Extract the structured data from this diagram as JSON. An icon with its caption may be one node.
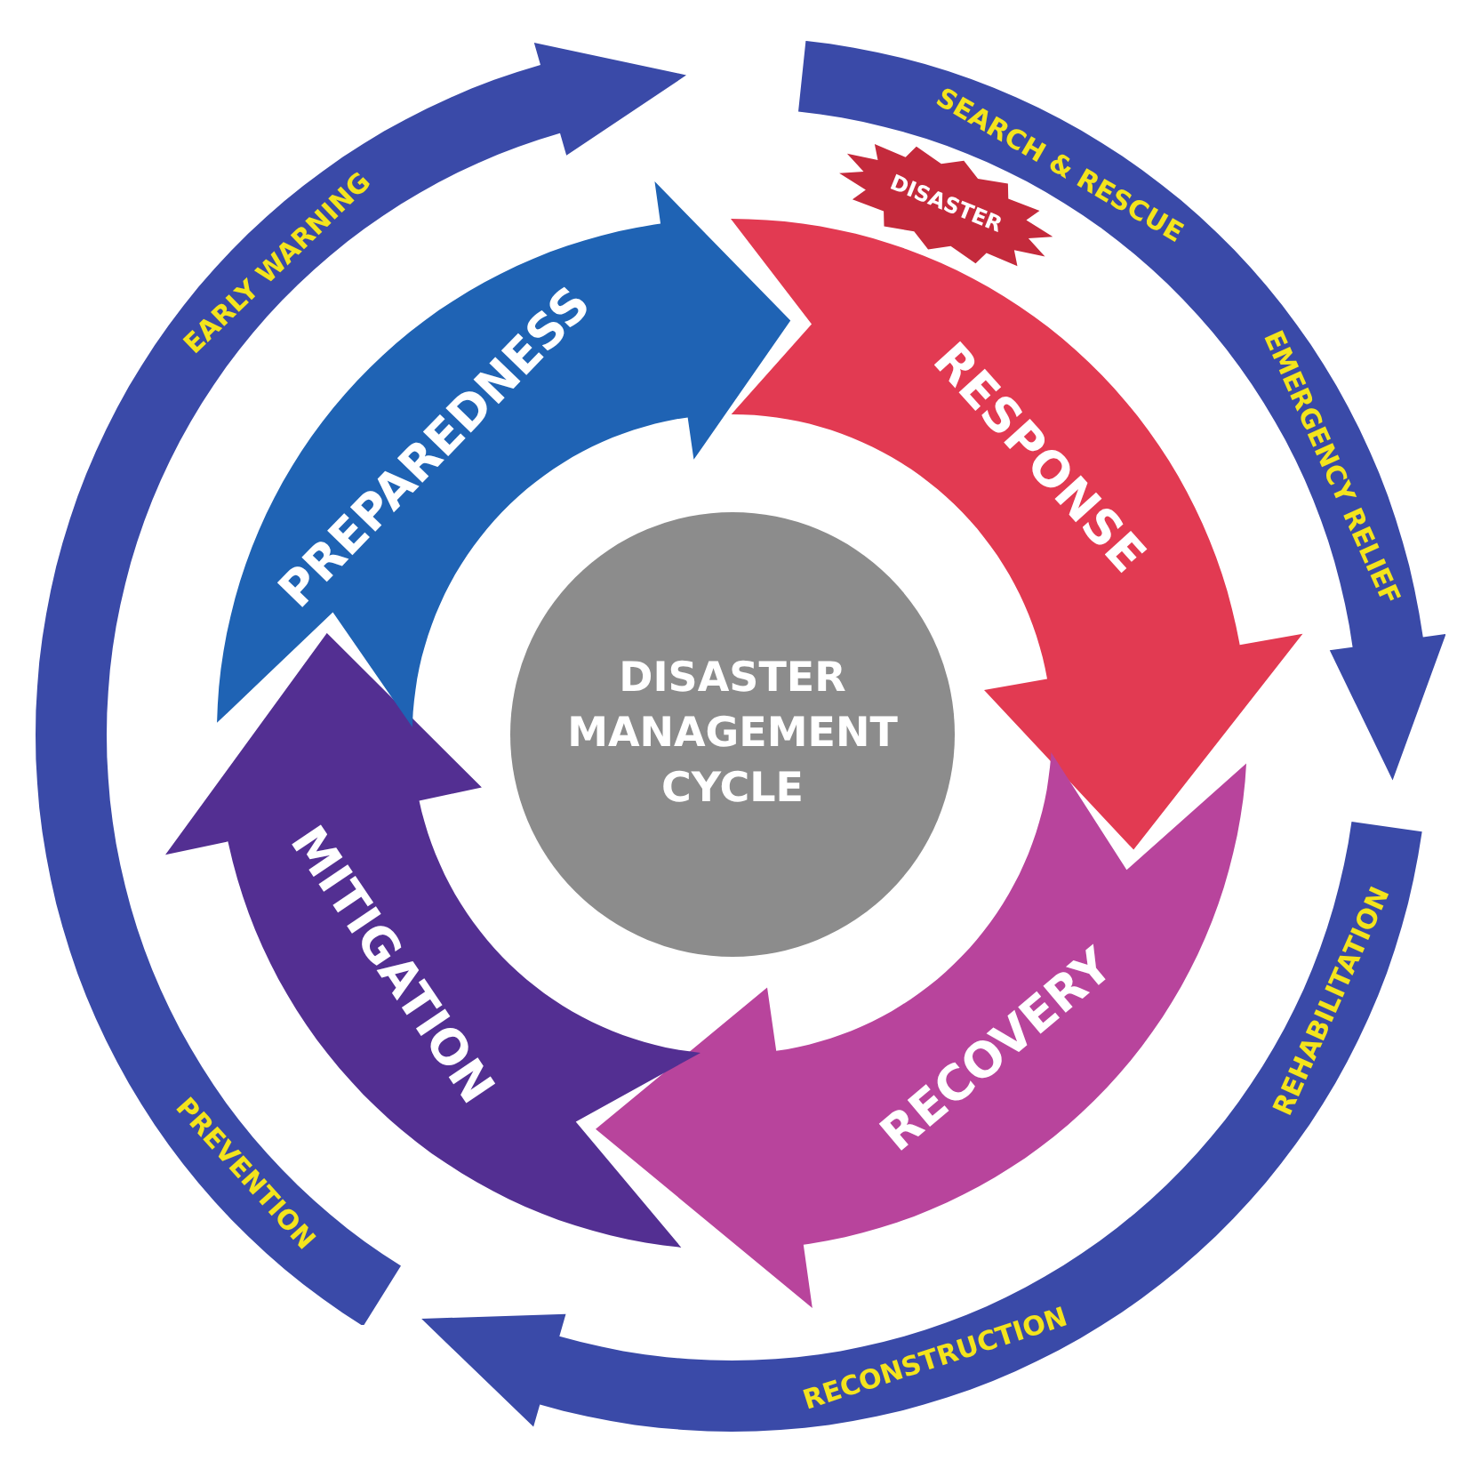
{
  "diagram": {
    "nodes": [
      {
        "text": [
          "DISASTER MANAGEMENT CYCLE"
        ]
      },
      {
        "text": [
          "PREPAREDNESS"
        ]
      },
      {
        "text": [
          "DISASTER"
        ]
      },
      {
        "text": [
          "RESPONSE"
        ]
      },
      {
        "text": [
          "RECOVERY"
        ]
      },
      {
        "text": [
          "MITIGATION"
        ]
      },
      {
        "text": [
          "SEARCH & RESCUE",
          "EMERGENCY RELIEF"
        ]
      },
      {
        "text": [
          "REHABILITATION",
          "RECONSTRUCTION"
        ]
      },
      {
        "text": [
          "PREVENTION",
          "EARLY WARNING"
        ]
      }
    ],
    "edges": []
  }
}
